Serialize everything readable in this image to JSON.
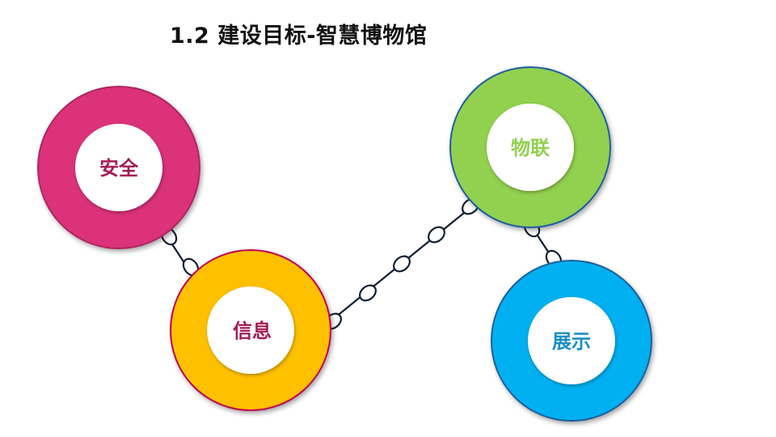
{
  "title": "1.2 建设目标-智慧博物馆",
  "nodes": {
    "safety": {
      "label": "安全",
      "ring_color": "#DB3079",
      "ring_stroke": "#B0275F",
      "text_color": "#A31C55"
    },
    "info": {
      "label": "信息",
      "ring_color": "#FFC000",
      "ring_stroke": "#C00050",
      "text_color": "#A31C55"
    },
    "iot": {
      "label": "物联",
      "ring_color": "#92D050",
      "ring_stroke": "#1F5F9F",
      "text_color": "#92D050"
    },
    "display": {
      "label": "展示",
      "ring_color": "#00B0F0",
      "ring_stroke": "#1F5F9F",
      "text_color": "#1A8FC8"
    }
  },
  "connections": [
    {
      "from": "安全",
      "to": "信息"
    },
    {
      "from": "信息",
      "to": "物联"
    },
    {
      "from": "物联",
      "to": "展示"
    }
  ]
}
